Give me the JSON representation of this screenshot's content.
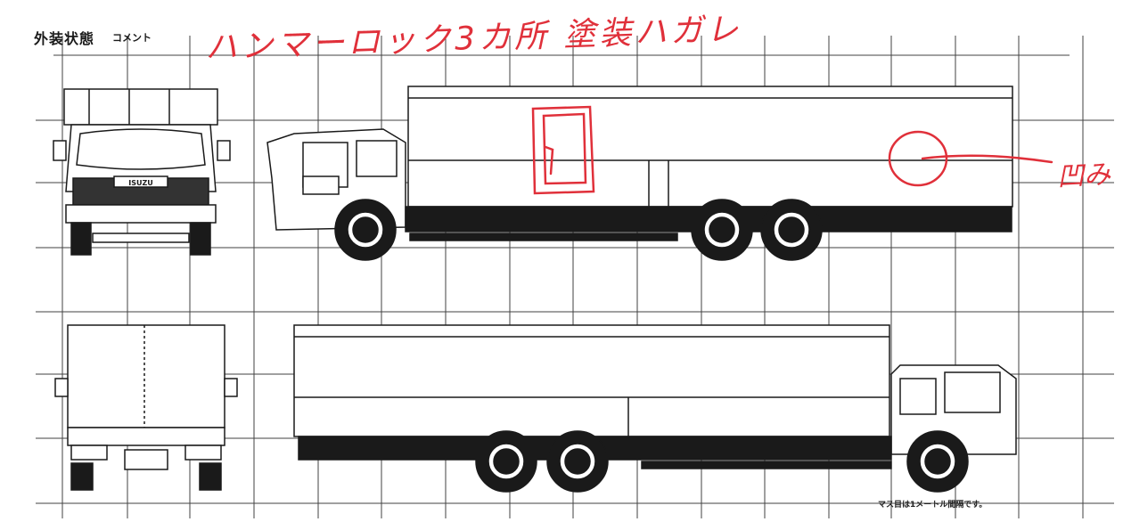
{
  "document": {
    "section_title": "外装状態",
    "comment_label": "コメント",
    "handwritten_comment": "ハンマーロック3カ所 塗装ハガレ",
    "handwritten_dent_note": "凹み",
    "footnote": "マス目は1メートル間隔です。",
    "truck_brand_badge": "ISUZU"
  },
  "views": [
    {
      "id": "front",
      "name": "front view"
    },
    {
      "id": "left-side",
      "name": "left side view"
    },
    {
      "id": "rear",
      "name": "rear view"
    },
    {
      "id": "right-side",
      "name": "right side view"
    }
  ],
  "markings": {
    "ink_color": "#e0303a",
    "rectangle_mark": "damage area marked on left side panel",
    "circle_mark": "dent circled on left side panel rear"
  },
  "colors": {
    "line": "#1a1a1a",
    "grid": "#222222",
    "paper": "#ffffff"
  }
}
